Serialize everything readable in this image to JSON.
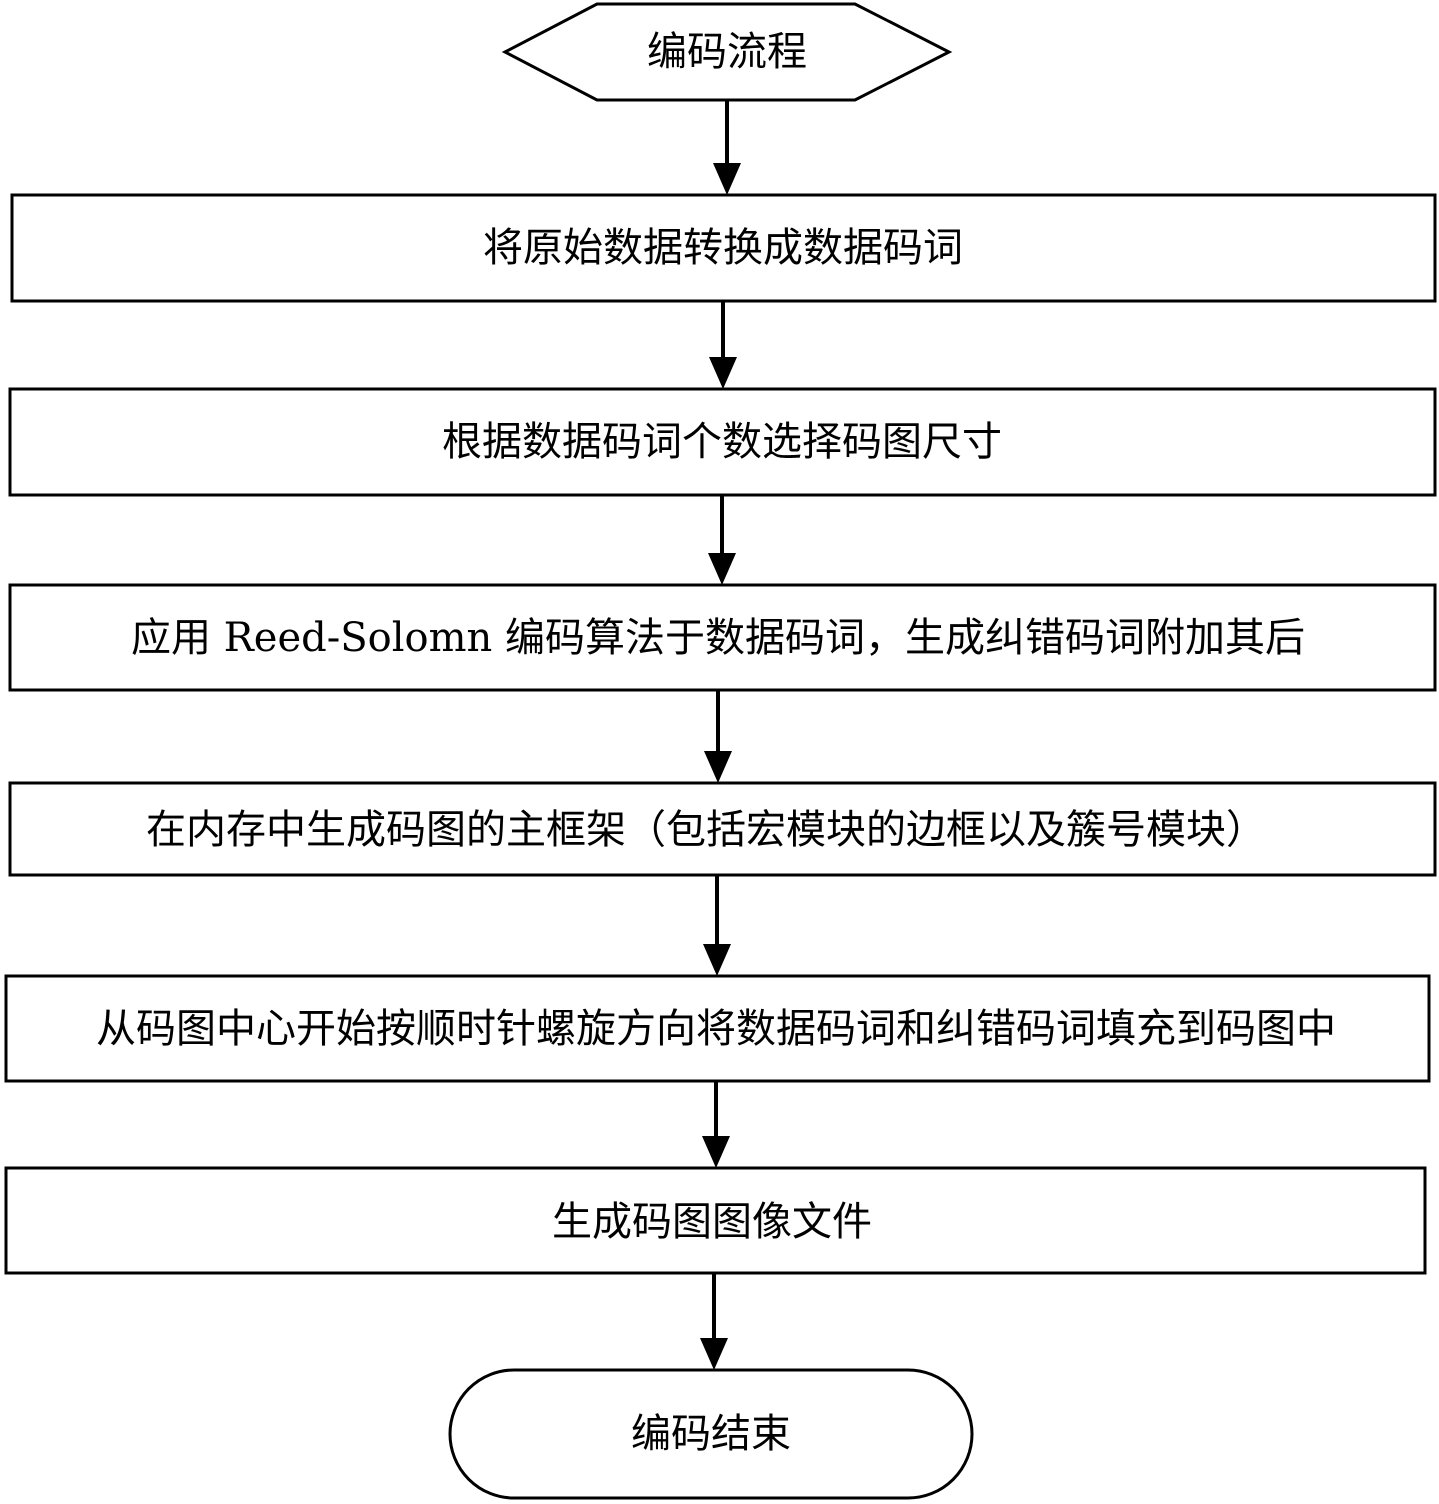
{
  "diagram": {
    "type": "flowchart",
    "colors": {
      "stroke": "#000000",
      "fill": "#ffffff",
      "text": "#000000"
    },
    "nodes": [
      {
        "id": "start",
        "shape": "hexagon",
        "text": "编码流程"
      },
      {
        "id": "step1",
        "shape": "rectangle",
        "text": "将原始数据转换成数据码词"
      },
      {
        "id": "step2",
        "shape": "rectangle",
        "text": "根据数据码词个数选择码图尺寸"
      },
      {
        "id": "step3",
        "shape": "rectangle",
        "text": "应用 Reed-Solomn 编码算法于数据码词，生成纠错码词附加其后"
      },
      {
        "id": "step4",
        "shape": "rectangle",
        "text": "在内存中生成码图的主框架（包括宏模块的边框以及簇号模块）"
      },
      {
        "id": "step5",
        "shape": "rectangle",
        "text": "从码图中心开始按顺时针螺旋方向将数据码词和纠错码词填充到码图中"
      },
      {
        "id": "step6",
        "shape": "rectangle",
        "text": "生成码图图像文件"
      },
      {
        "id": "end",
        "shape": "terminator",
        "text": "编码结束"
      }
    ],
    "edges": [
      {
        "from": "start",
        "to": "step1"
      },
      {
        "from": "step1",
        "to": "step2"
      },
      {
        "from": "step2",
        "to": "step3"
      },
      {
        "from": "step3",
        "to": "step4"
      },
      {
        "from": "step4",
        "to": "step5"
      },
      {
        "from": "step5",
        "to": "step6"
      },
      {
        "from": "step6",
        "to": "end"
      }
    ]
  }
}
